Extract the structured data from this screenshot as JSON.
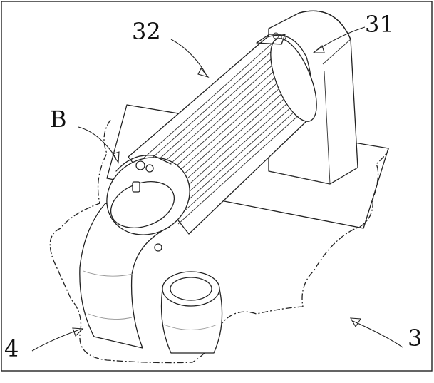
{
  "labels": {
    "label_32": "32",
    "label_31": "31",
    "label_b": "B",
    "label_4": "4",
    "label_3": "3"
  }
}
